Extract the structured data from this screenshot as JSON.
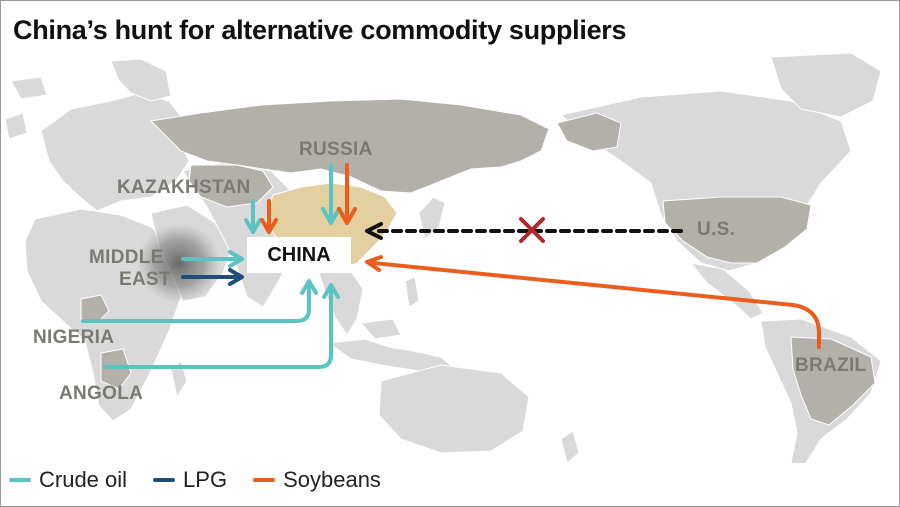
{
  "title": "China’s hunt for alternative commodity suppliers",
  "colors": {
    "crude_oil": "#5cc3c3",
    "lpg": "#1f4d7a",
    "soybeans": "#ec5c1b",
    "cross": "#b3262e",
    "land": "#d9d9d9",
    "highlight": "#b3b0aa",
    "china": "#e3cfa0"
  },
  "labels": {
    "russia": "RUSSIA",
    "kazakhstan": "KAZAKHSTAN",
    "middle_east_1": "MIDDLE",
    "middle_east_2": "EAST",
    "nigeria": "NIGERIA",
    "angola": "ANGOLA",
    "china": "CHINA",
    "us": "U.S.",
    "brazil": "BRAZIL"
  },
  "legend": [
    {
      "key": "crude_oil",
      "label": "Crude oil",
      "color": "#5cc3c3"
    },
    {
      "key": "lpg",
      "label": "LPG",
      "color": "#1f4d7a"
    },
    {
      "key": "soybeans",
      "label": "Soybeans",
      "color": "#ec5c1b"
    }
  ]
}
